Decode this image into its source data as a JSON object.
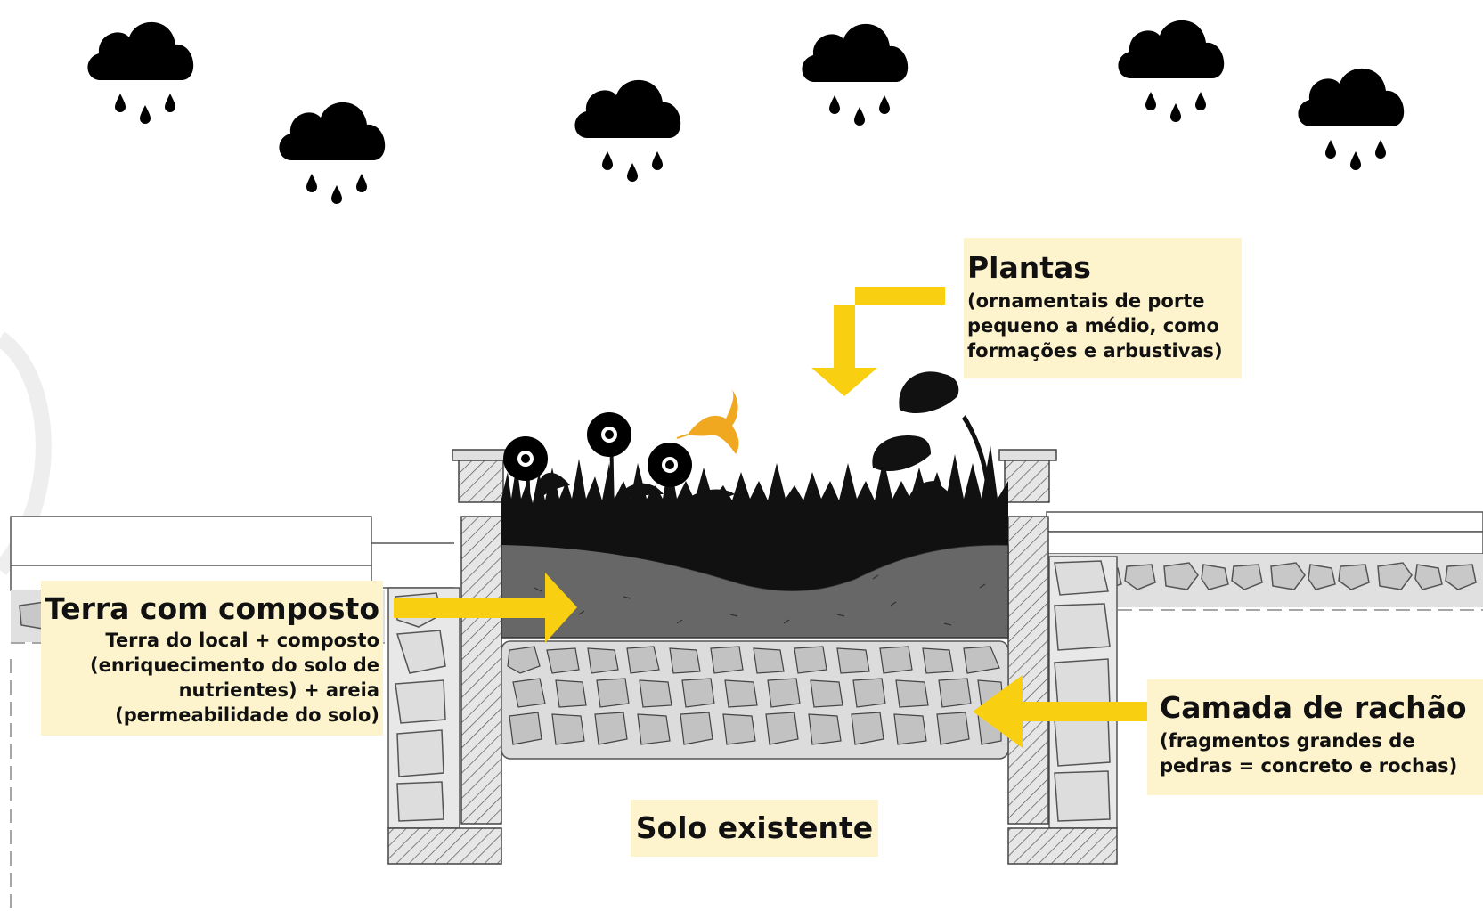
{
  "labels": {
    "plantas": {
      "title": "Plantas",
      "desc": "(ornamentais de porte\npequeno a médio, como\nformações e arbustivas)"
    },
    "terra": {
      "title": "Terra com composto",
      "desc": "Terra do local + composto\n(enriquecimento do solo de\nnutrientes) + areia\n(permeabilidade do solo)"
    },
    "camada": {
      "title": "Camada de rachão",
      "desc": "(fragmentos grandes de\npedras = concreto e rochas)"
    },
    "solo": {
      "title": "Solo existente"
    }
  },
  "icons": [
    "rain-cloud-icon",
    "plants-silhouette",
    "hummingbird-icon",
    "arrow-icon"
  ],
  "colors": {
    "label_bg": "#fdf3cc",
    "arrow": "#f9cf12",
    "soil": "#666666",
    "gravel_bg": "#dcdcdc",
    "stone": "#c6c6c6",
    "plants": "#111111",
    "bird": "#f0a820"
  }
}
